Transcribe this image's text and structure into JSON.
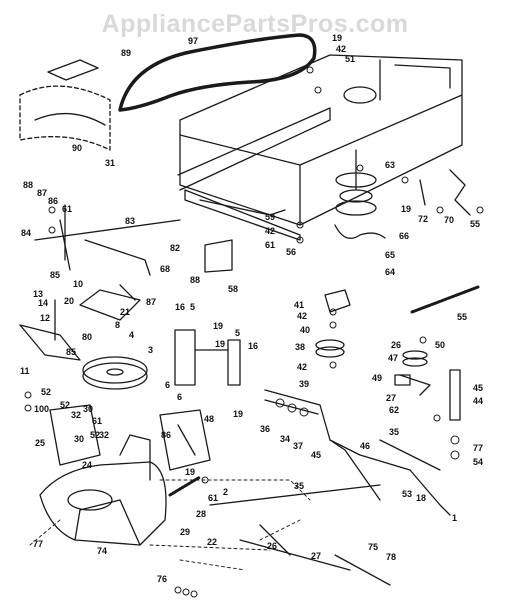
{
  "watermark": "AppliancePartsPros.com",
  "callouts": [
    "89",
    "97",
    "19",
    "42",
    "51",
    "90",
    "31",
    "63",
    "88",
    "87",
    "86",
    "61",
    "83",
    "82",
    "59",
    "42",
    "61",
    "56",
    "19",
    "72",
    "70",
    "55",
    "84",
    "85",
    "66",
    "65",
    "64",
    "68",
    "88",
    "58",
    "13",
    "14",
    "12",
    "10",
    "20",
    "8",
    "87",
    "21",
    "16",
    "5",
    "19",
    "41",
    "42",
    "40",
    "55",
    "85",
    "80",
    "4",
    "3",
    "19",
    "5",
    "16",
    "38",
    "26",
    "50",
    "47",
    "11",
    "6",
    "42",
    "39",
    "49",
    "45",
    "44",
    "52",
    "100",
    "52",
    "30",
    "32",
    "61",
    "32",
    "30",
    "52",
    "6",
    "48",
    "19",
    "27",
    "62",
    "35",
    "36",
    "34",
    "37",
    "45",
    "46",
    "77",
    "54",
    "25",
    "24",
    "19",
    "2",
    "61",
    "28",
    "86",
    "35",
    "53",
    "18",
    "1",
    "77",
    "74",
    "29",
    "22",
    "26",
    "27",
    "75",
    "78",
    "76"
  ]
}
